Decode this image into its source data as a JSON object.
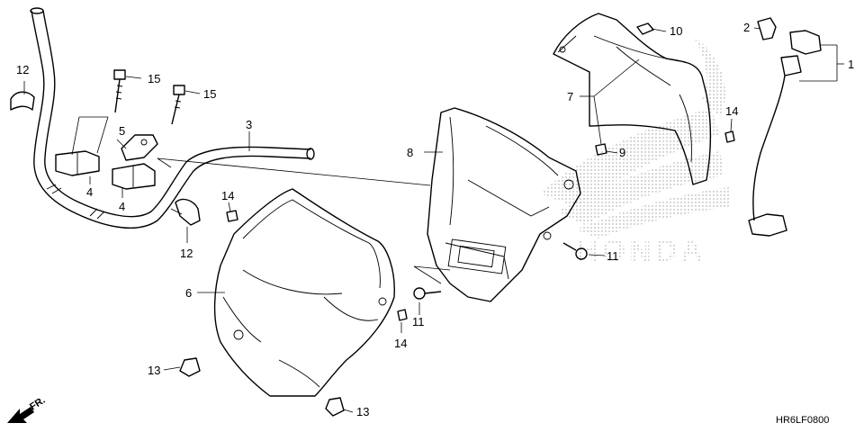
{
  "diagram": {
    "code": "HR6LF0800",
    "direction_label": "FR.",
    "watermark_text": "HONDA",
    "callouts": [
      {
        "id": "c1",
        "label": "1"
      },
      {
        "id": "c2",
        "label": "2"
      },
      {
        "id": "c3",
        "label": "3"
      },
      {
        "id": "c4a",
        "label": "4"
      },
      {
        "id": "c4b",
        "label": "4"
      },
      {
        "id": "c5",
        "label": "5"
      },
      {
        "id": "c6",
        "label": "6"
      },
      {
        "id": "c7",
        "label": "7"
      },
      {
        "id": "c8",
        "label": "8"
      },
      {
        "id": "c9",
        "label": "9"
      },
      {
        "id": "c10",
        "label": "10"
      },
      {
        "id": "c11a",
        "label": "11"
      },
      {
        "id": "c11b",
        "label": "11"
      },
      {
        "id": "c12a",
        "label": "12"
      },
      {
        "id": "c12b",
        "label": "12"
      },
      {
        "id": "c13a",
        "label": "13"
      },
      {
        "id": "c13b",
        "label": "13"
      },
      {
        "id": "c14a",
        "label": "14"
      },
      {
        "id": "c14b",
        "label": "14"
      },
      {
        "id": "c14c",
        "label": "14"
      },
      {
        "id": "c15a",
        "label": "15"
      },
      {
        "id": "c15b",
        "label": "15"
      }
    ]
  }
}
